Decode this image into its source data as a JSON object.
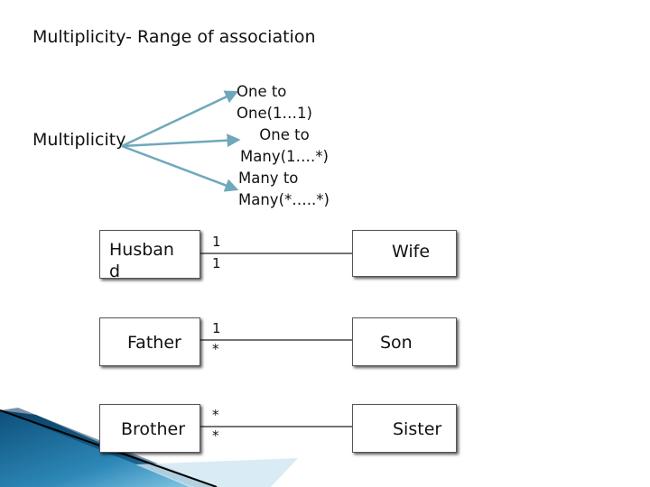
{
  "title": {
    "bold": "Multiplicity-",
    "rest": " Range of association"
  },
  "multiplicity_label": "Multiplicity",
  "options": [
    {
      "line1": "One to",
      "line2": "One(1…1)"
    },
    {
      "line1": "One to",
      "line2": "Many(1….*)"
    },
    {
      "line1": "Many to",
      "line2": "Many(*…..*)"
    }
  ],
  "pairs": [
    {
      "left": "Husban d",
      "left_l1": "Husban",
      "left_l2": "d",
      "card_top": "1",
      "card_bottom": "1",
      "right": "Wife"
    },
    {
      "left": "Father",
      "card_top": "1",
      "card_bottom": "*",
      "right": "Son"
    },
    {
      "left": "Brother",
      "card_top": "*",
      "card_bottom": "*",
      "right": "Sister"
    }
  ],
  "colors": {
    "arrow": "#6fa8ba",
    "decor_dark": "#0d4f7a",
    "decor_light": "#5fb3d9"
  }
}
